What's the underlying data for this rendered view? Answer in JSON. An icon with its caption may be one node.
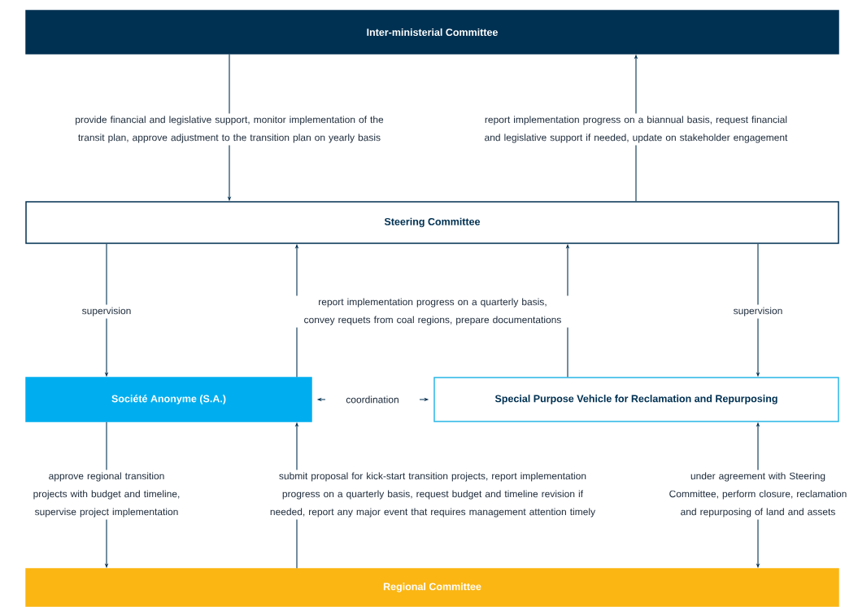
{
  "diagram": {
    "nodes": [
      {
        "text": [
          "Inter-ministerial Committee"
        ]
      },
      {
        "text": [
          "Steering Committee"
        ]
      },
      {
        "text": [
          "Société Anonyme (S.A.)"
        ]
      },
      {
        "text": [
          "Special Purpose Vehicle for Reclamation and Repurposing"
        ]
      },
      {
        "text": [
          "Regional Committee"
        ]
      }
    ],
    "edges": [
      {
        "from": 0,
        "to": 1,
        "arrow": "to",
        "label": "provide financial and legislative support, monitor implementation of the transit plan, approve adjustment to the transition plan on yearly basis"
      },
      {
        "from": 1,
        "to": 0,
        "arrow": "to",
        "label": "report implementation progress on a biannual basis, request financial and legislative support if needed, update on stakeholder engagement"
      },
      {
        "from": 1,
        "to": 2,
        "arrow": "to",
        "label": "supervision"
      },
      {
        "from": 2,
        "to": 1,
        "arrow": "to",
        "label": "report implementation progress on a quarterly basis, convey requets from coal regions, prepare documentations"
      },
      {
        "from": 3,
        "to": 1,
        "arrow": "to"
      },
      {
        "from": 1,
        "to": 3,
        "arrow": "to",
        "label": "supervision"
      },
      {
        "from": 2,
        "to": 3,
        "arrow": "both",
        "label": "coordination"
      },
      {
        "from": 2,
        "to": 4,
        "arrow": "to",
        "label": "approve regional transition projects with budget and timeline, supervise project implementation"
      },
      {
        "from": 4,
        "to": 2,
        "arrow": "to",
        "label": "submit proposal for kick-start transition projects, report implementation progress on a quarterly basis, request budget and timeline revision if needed, report any major event that requires management attention timely"
      },
      {
        "from": 3,
        "to": 4,
        "arrow": "both",
        "label": "under agreement with Steering Committee, perform closure, reclamation and repurposing of land and assets"
      }
    ]
  }
}
